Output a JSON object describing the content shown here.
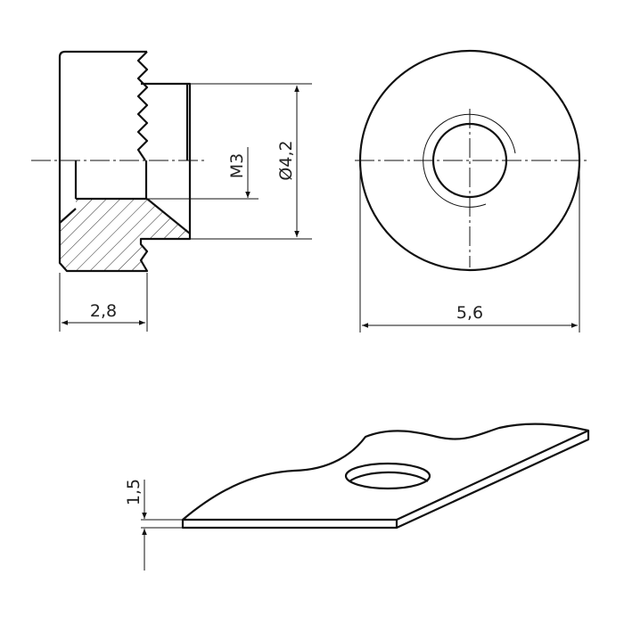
{
  "drawing": {
    "side_view": {
      "width_dim": "2,8",
      "thread_dim": "M3",
      "diameter_dim": "Ø4,2"
    },
    "front_view": {
      "diameter_dim": "5,6"
    },
    "iso_view": {
      "thickness_dim": "1,5"
    },
    "colors": {
      "line": "#111111",
      "background": "#ffffff"
    }
  }
}
